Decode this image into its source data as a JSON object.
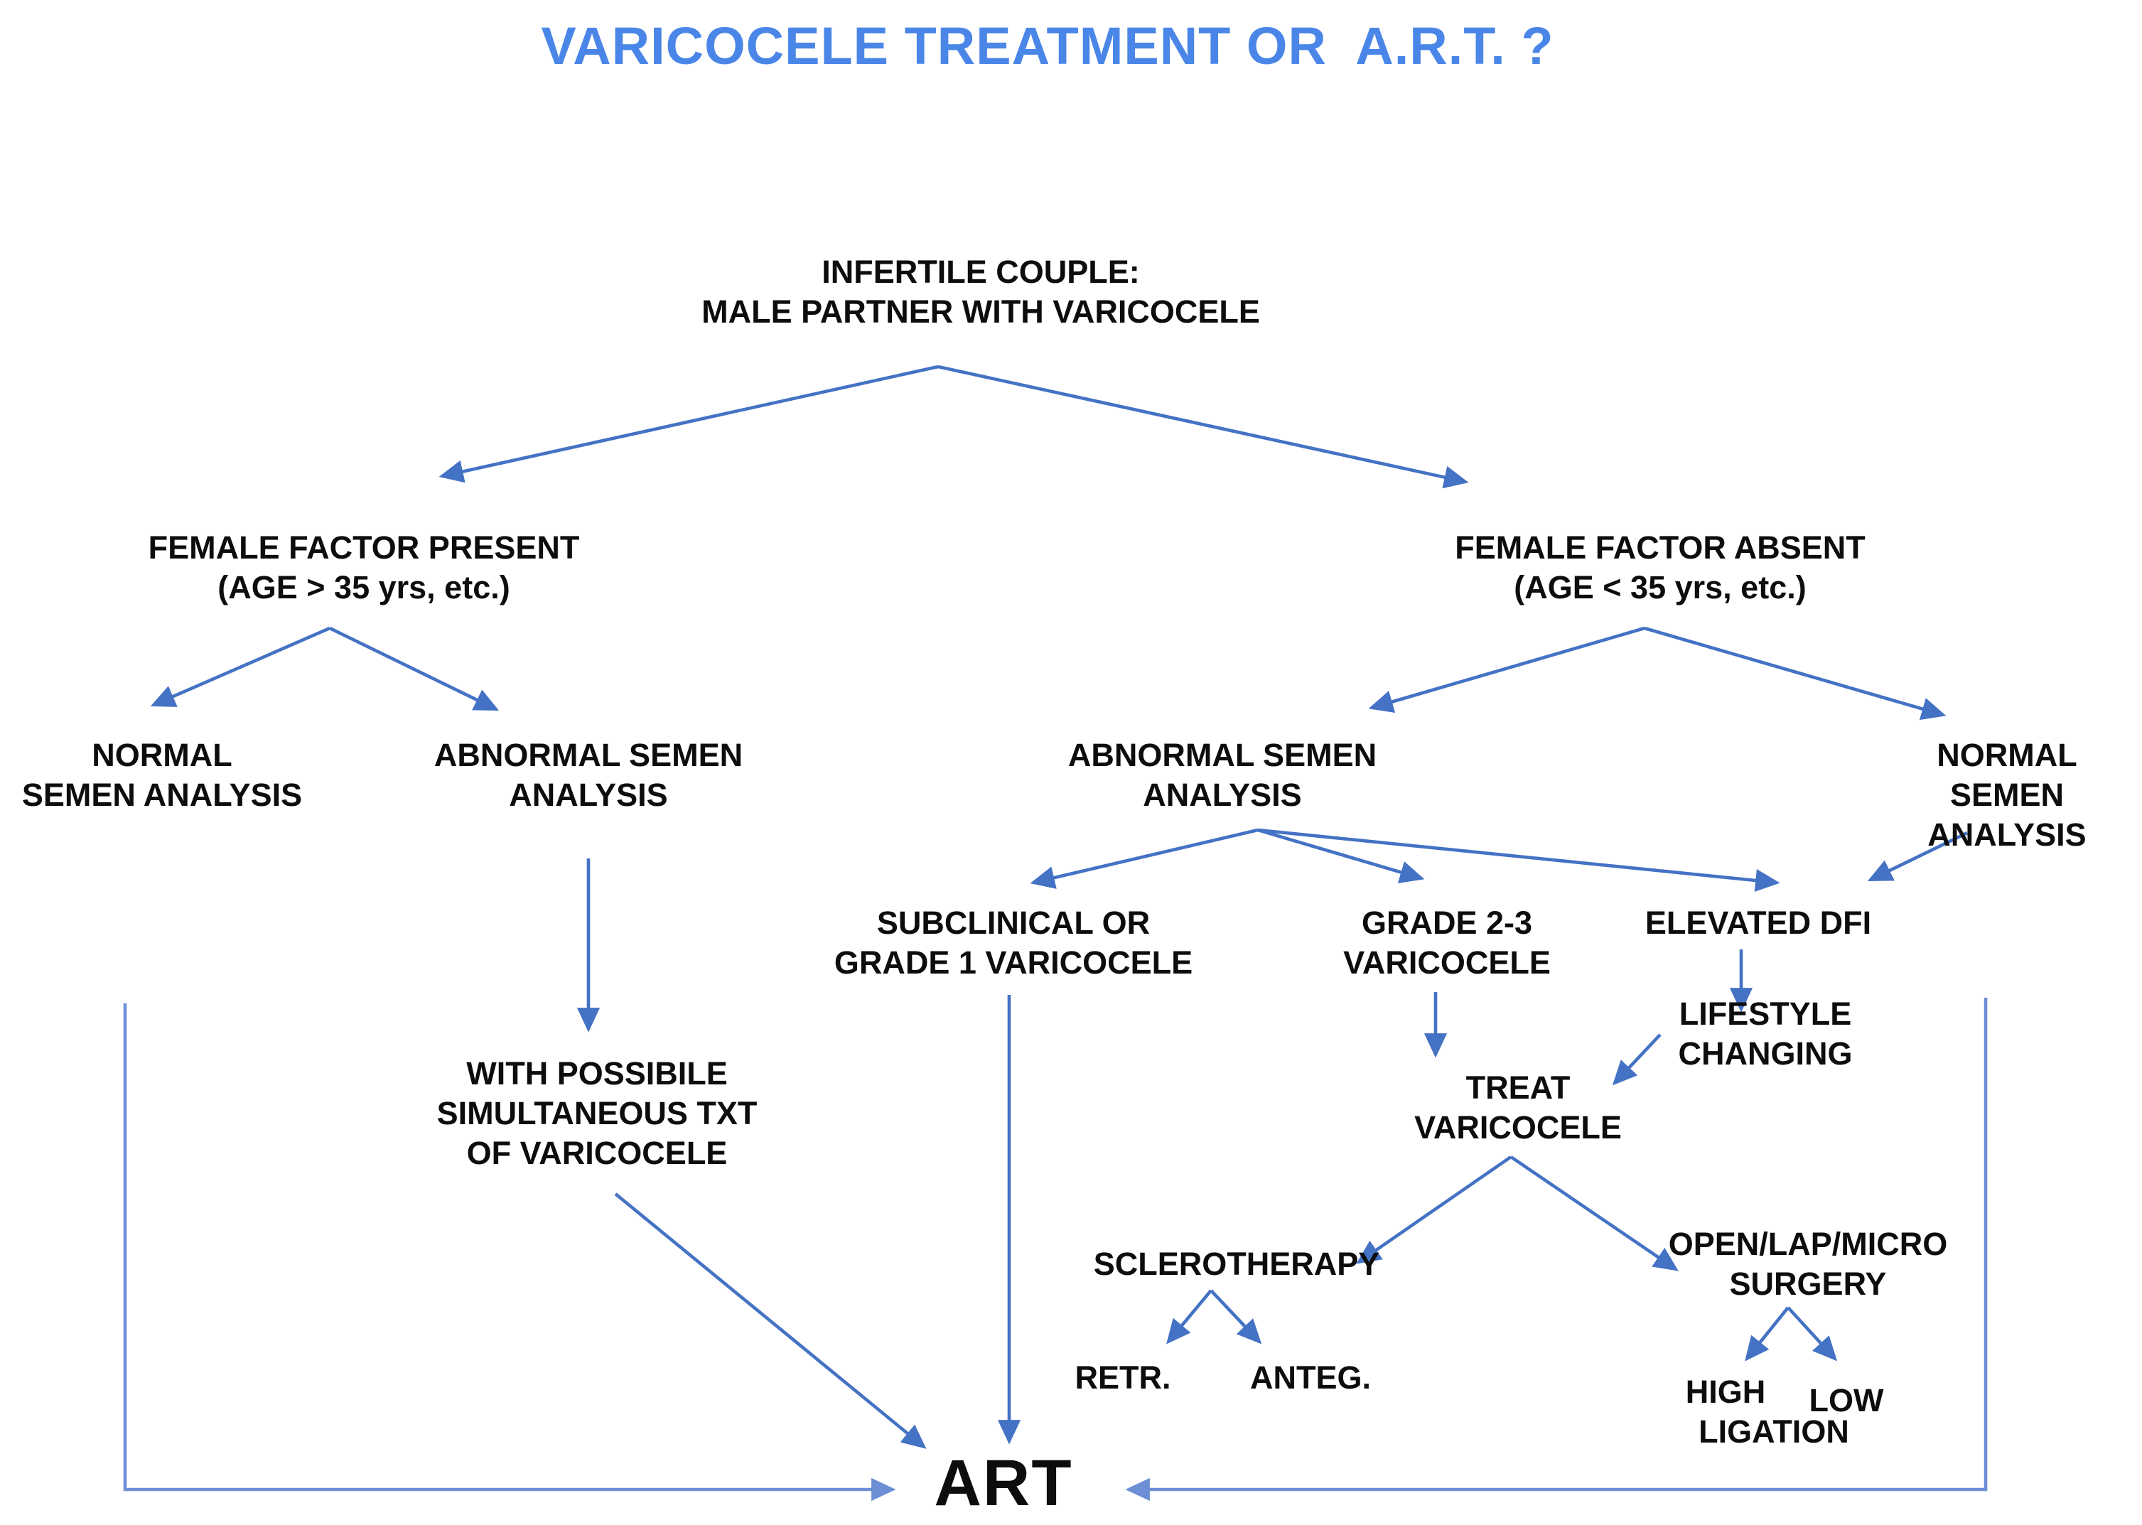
{
  "figure": {
    "type": "flowchart",
    "title": "VARICOCELE TREATMENT OR  A.R.T. ?"
  },
  "colors": {
    "title": "#4a86e8",
    "arrow": "#4472c4",
    "arrow_light": "#6c8fd6",
    "text": "#0d0d0d",
    "background": "#ffffff"
  },
  "nodes": {
    "root": "INFERTILE COUPLE:\nMALE PARTNER WITH VARICOCELE",
    "female_factor_present": "FEMALE FACTOR PRESENT\n(AGE > 35 yrs, etc.)",
    "female_factor_absent": "FEMALE FACTOR ABSENT\n(AGE < 35 yrs, etc.)",
    "normal_semen_left": "NORMAL\nSEMEN ANALYSIS",
    "abnormal_semen_left": "ABNORMAL SEMEN\nANALYSIS",
    "abnormal_semen_right": "ABNORMAL SEMEN\nANALYSIS",
    "normal_semen_right": "NORMAL\nSEMEN ANALYSIS",
    "with_possible_txt": "WITH POSSIBILE\nSIMULTANEOUS TXT\nOF VARICOCELE",
    "subclinical_grade1": "SUBCLINICAL OR\nGRADE 1 VARICOCELE",
    "grade_2_3": "GRADE 2-3\nVARICOCELE",
    "elevated_dfi": "ELEVATED DFI",
    "lifestyle_changing": "LIFESTYLE\nCHANGING",
    "treat_varicocele": "TREAT\nVARICOCELE",
    "sclerotherapy": "SCLEROTHERAPY",
    "retrograde": "RETR.",
    "antegrade": "ANTEG.",
    "open_lap_micro_surgery": "OPEN/LAP/MICRO\nSURGERY",
    "high": "HIGH",
    "low": "LOW",
    "ligation": "LIGATION",
    "art": "ART"
  }
}
